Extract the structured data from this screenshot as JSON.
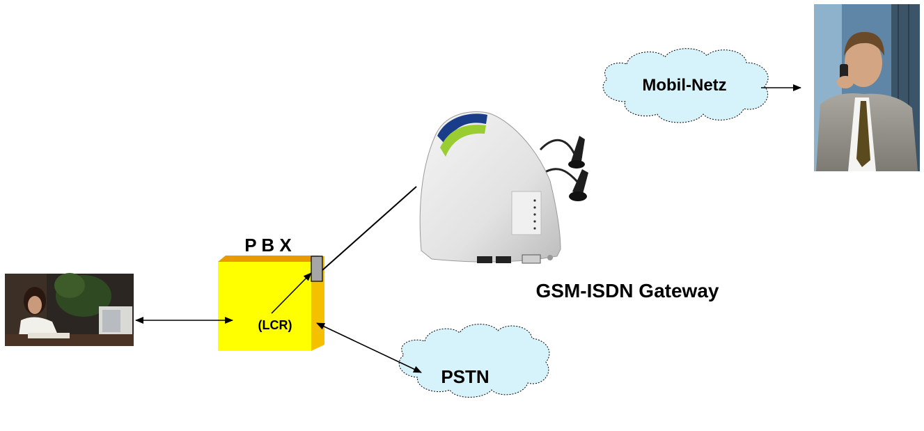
{
  "diagram": {
    "pbx": {
      "title": "P B X",
      "inner_label": "(LCR)",
      "front_color": "#ffff00",
      "top_color": "#e89a00",
      "side_color": "#f5c000"
    },
    "gateway": {
      "label": "GSM-ISDN Gateway",
      "accent_color": "#9acd32"
    },
    "clouds": {
      "mobile": {
        "label": "Mobil-Netz",
        "fill": "#d6f2fb"
      },
      "pstn": {
        "label": "PSTN",
        "fill": "#d6f2fb"
      }
    },
    "photos": {
      "left_person": "woman-on-phone-photo",
      "right_person": "businessman-on-mobile-photo"
    }
  }
}
